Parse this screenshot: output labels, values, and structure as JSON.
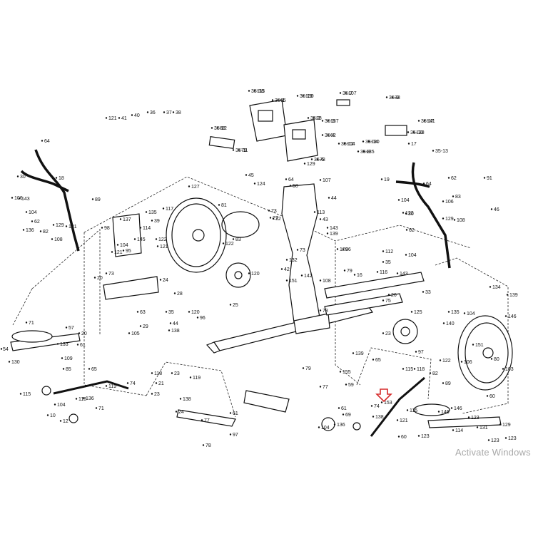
{
  "diagram": {
    "callouts": [
      "35-18",
      "35-1",
      "35-19",
      "35-7",
      "35-9",
      "35-2",
      "35-3",
      "35-17",
      "35-12",
      "35-4",
      "35-10",
      "35-11",
      "35-6",
      "35-12",
      "35-8",
      "35-14",
      "35-13",
      "121",
      "41",
      "40",
      "36",
      "37",
      "38",
      "64",
      "30",
      "18",
      "45",
      "124",
      "64",
      "107",
      "44",
      "113",
      "43",
      "143",
      "139",
      "106",
      "143",
      "89",
      "104",
      "62",
      "129",
      "131",
      "108",
      "82",
      "136",
      "135",
      "117",
      "39",
      "114",
      "145",
      "137",
      "104",
      "98",
      "95",
      "122",
      "121",
      "121",
      "122",
      "127",
      "81",
      "83",
      "27",
      "86",
      "73",
      "32",
      "73",
      "50",
      "129",
      "17",
      "64",
      "19",
      "30",
      "62",
      "91",
      "46",
      "83",
      "106",
      "108",
      "104",
      "129",
      "104",
      "112",
      "122",
      "62",
      "129",
      "73",
      "120",
      "132",
      "42",
      "151",
      "35",
      "143",
      "142",
      "79",
      "78",
      "16",
      "26",
      "75",
      "108",
      "116",
      "33",
      "125",
      "35",
      "44",
      "23",
      "20",
      "24",
      "28",
      "25",
      "63",
      "29",
      "138",
      "120",
      "96",
      "105",
      "118",
      "23",
      "21",
      "23",
      "119",
      "138",
      "24",
      "74",
      "71",
      "54",
      "57",
      "109",
      "130",
      "133",
      "61",
      "20",
      "85",
      "65",
      "119",
      "115",
      "104",
      "118",
      "10",
      "12",
      "136",
      "71",
      "61",
      "77",
      "97",
      "78",
      "79",
      "155",
      "59",
      "115",
      "97",
      "134",
      "139",
      "140",
      "146",
      "104",
      "135",
      "151",
      "106",
      "80",
      "103",
      "82",
      "122",
      "89",
      "60",
      "146",
      "146",
      "60",
      "123",
      "123",
      "123",
      "123",
      "131",
      "129",
      "114",
      "121",
      "77",
      "139",
      "65",
      "118",
      "104",
      "138",
      "74",
      "153",
      "115",
      "69",
      "61",
      "136",
      "115",
      "65",
      "130",
      "107",
      "33",
      "28",
      "137",
      "141",
      "88",
      "62",
      "138",
      "79",
      "78",
      "104",
      "135",
      "130"
    ]
  },
  "watermark": "Activate Windows"
}
